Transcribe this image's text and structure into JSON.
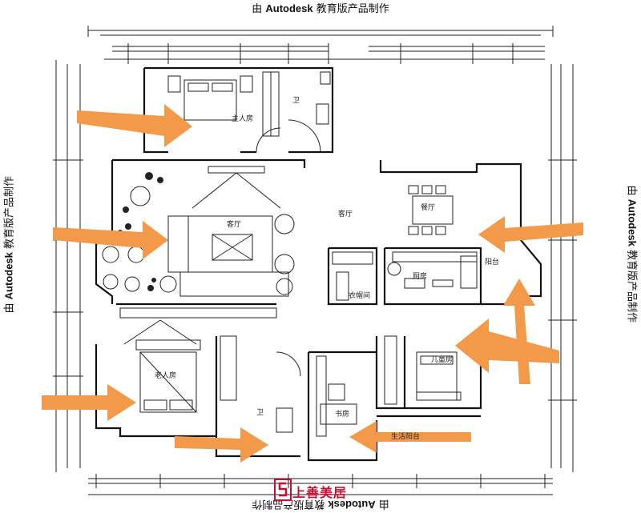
{
  "watermark": {
    "prefix": "由",
    "brand": "Autodesk",
    "suffix": "教育版产品制作"
  },
  "logo": {
    "text": "上善美居",
    "color": "#c8102e"
  },
  "rooms": {
    "master_bedroom": "主人房",
    "living_room": "客厅",
    "dining_room": "餐厅",
    "dining_room_2": "客厅",
    "kitchen": "厨房",
    "bedroom_2": "儿童房",
    "bedroom_3": "老人房",
    "study": "书房",
    "cloakroom": "衣帽间",
    "bathroom_1": "卫",
    "bathroom_2": "卫",
    "balcony": "生活阳台",
    "balcony_2": "阳台"
  },
  "colors": {
    "arrow": "#f39a4a",
    "line": "#222222"
  }
}
